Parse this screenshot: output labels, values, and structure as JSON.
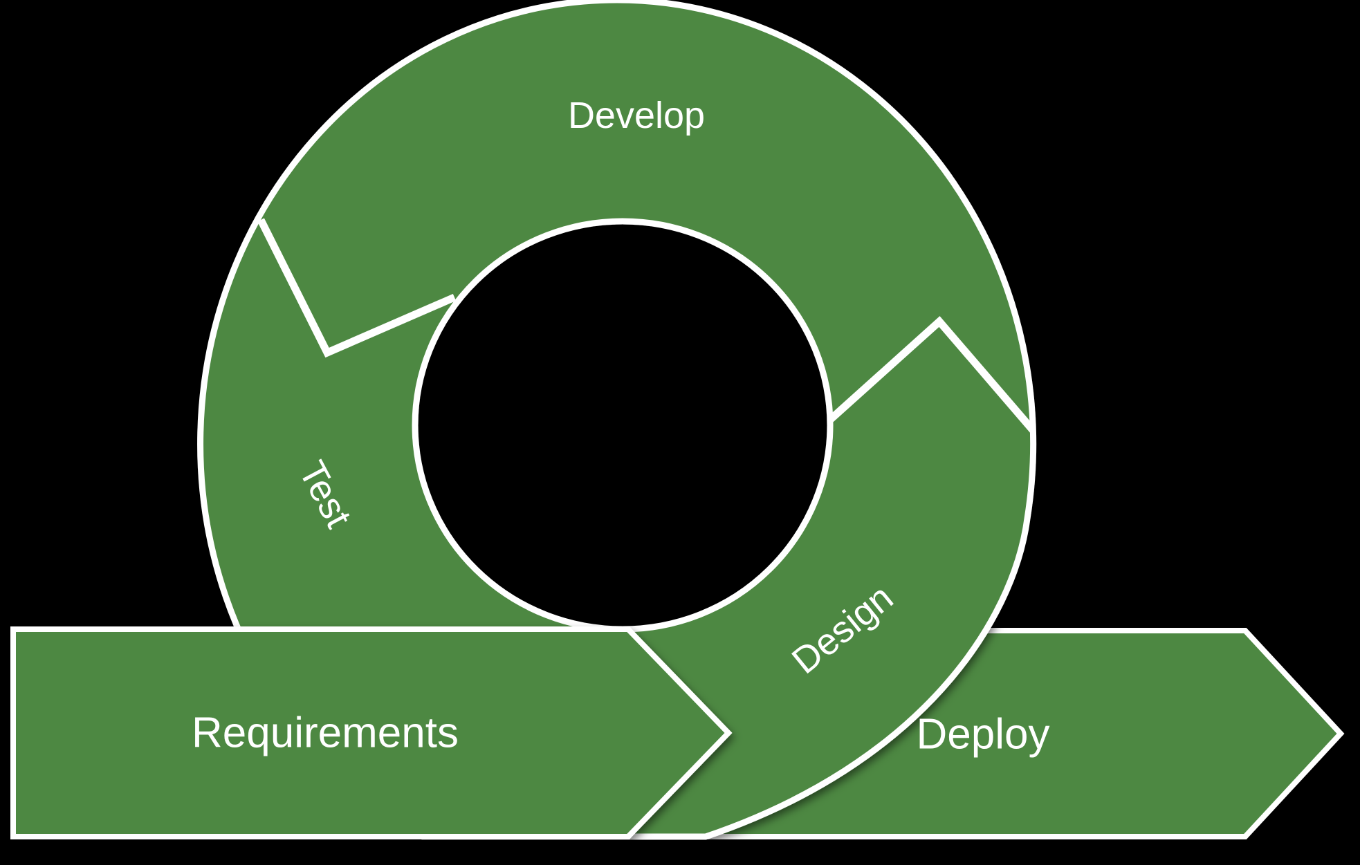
{
  "colors": {
    "background": "#000000",
    "shape_fill": "#4E8842",
    "outline": "#FFFFFF",
    "label_text": "#FFFFFF"
  },
  "cycle": {
    "segments": [
      {
        "label": "Develop"
      },
      {
        "label": "Test"
      },
      {
        "label": "Design"
      }
    ]
  },
  "arrows": {
    "requirements": {
      "label": "Requirements"
    },
    "deploy": {
      "label": "Deploy"
    }
  }
}
